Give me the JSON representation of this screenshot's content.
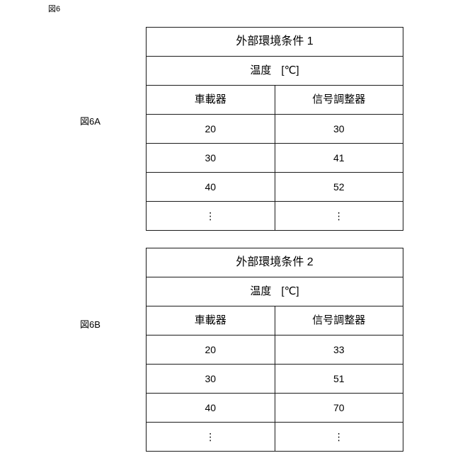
{
  "figure": {
    "number_label": "図6",
    "sub_labels": {
      "a": "図6A",
      "b": "図6B"
    }
  },
  "tables": [
    {
      "id": "table-a",
      "side_label": "図6A",
      "title": "外部環境条件 1",
      "unit_row": {
        "quantity": "温度",
        "unit": "[℃]"
      },
      "columns": [
        "車載器",
        "信号調整器"
      ],
      "rows": [
        [
          "20",
          "30"
        ],
        [
          "30",
          "41"
        ],
        [
          "40",
          "52"
        ],
        [
          "⋮",
          "⋮"
        ]
      ]
    },
    {
      "id": "table-b",
      "side_label": "図6B",
      "title": "外部環境条件 2",
      "unit_row": {
        "quantity": "温度",
        "unit": "[℃]"
      },
      "columns": [
        "車載器",
        "信号調整器"
      ],
      "rows": [
        [
          "20",
          "33"
        ],
        [
          "30",
          "51"
        ],
        [
          "40",
          "70"
        ],
        [
          "⋮",
          "⋮"
        ]
      ]
    }
  ],
  "colors": {
    "background": "#ffffff",
    "ink": "#000000",
    "rule": "#1a1a1a"
  }
}
